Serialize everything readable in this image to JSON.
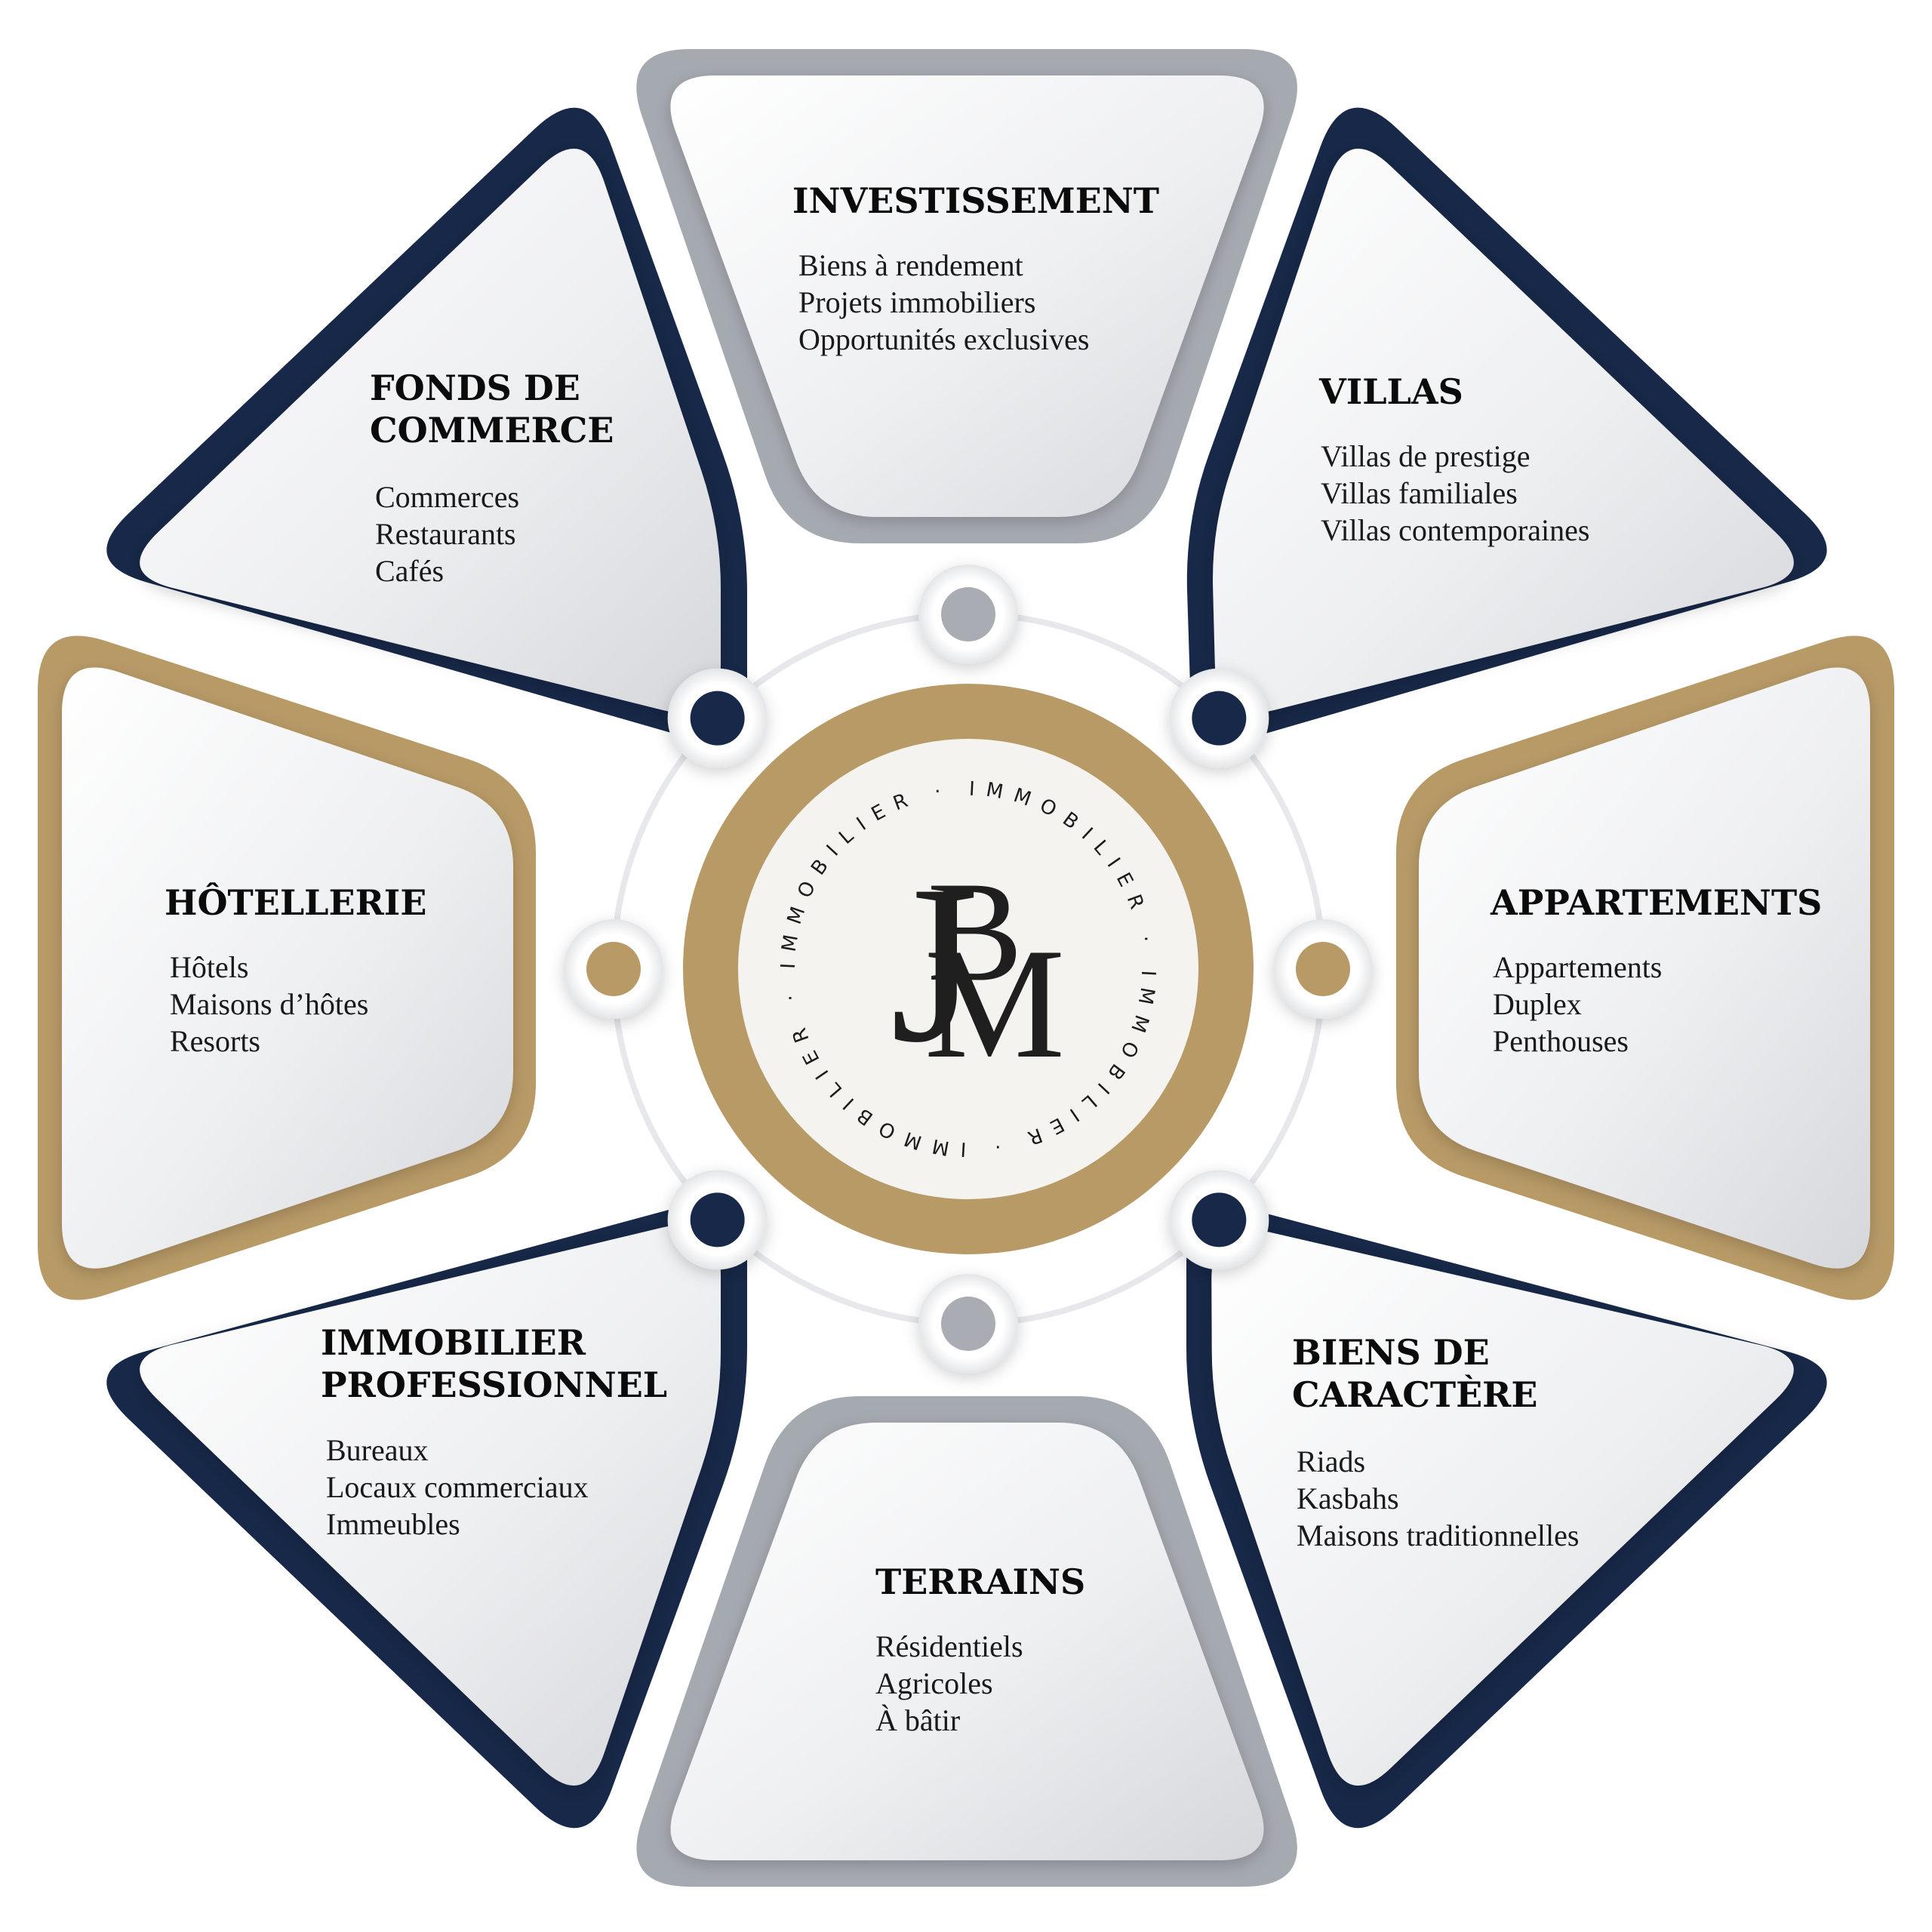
{
  "colors": {
    "navy": "#172848",
    "gold": "#b89a67",
    "gray": "#a5a9b0",
    "panel_light": "#ffffff",
    "panel_dark": "#d9dade",
    "center_fill": "#f4f3ef",
    "dot_gray": "#a9acb2"
  },
  "logo": {
    "monogram_j": "J",
    "monogram_b": "B",
    "monogram_m": "M",
    "ring_word": "IMMOBILIER",
    "ring_separator": "·"
  },
  "segments": [
    {
      "id": "investissement",
      "border": "gray",
      "title": [
        "INVESTISSEMENT"
      ],
      "items": [
        "Biens à rendement",
        "Projets immobiliers",
        "Opportunités exclusives"
      ]
    },
    {
      "id": "villas",
      "border": "navy",
      "title": [
        "VILLAS"
      ],
      "items": [
        "Villas de prestige",
        "Villas familiales",
        "Villas contemporaines"
      ]
    },
    {
      "id": "appartements",
      "border": "gold",
      "title": [
        "APPARTEMENTS"
      ],
      "items": [
        "Appartements",
        "Duplex",
        "Penthouses"
      ]
    },
    {
      "id": "biens-de-caractere",
      "border": "navy",
      "title": [
        "BIENS DE",
        "CARACTÈRE"
      ],
      "items": [
        "Riads",
        "Kasbahs",
        "Maisons traditionnelles"
      ]
    },
    {
      "id": "terrains",
      "border": "gray",
      "title": [
        "TERRAINS"
      ],
      "items": [
        "Résidentiels",
        "Agricoles",
        "À bâtir"
      ]
    },
    {
      "id": "immobilier-professionnel",
      "border": "navy",
      "title": [
        "IMMOBILIER",
        "PROFESSIONNEL"
      ],
      "items": [
        "Bureaux",
        "Locaux commerciaux",
        "Immeubles"
      ]
    },
    {
      "id": "hotellerie",
      "border": "gold",
      "title": [
        "HÔTELLERIE"
      ],
      "items": [
        "Hôtels",
        "Maisons d’hôtes",
        "Resorts"
      ]
    },
    {
      "id": "fonds-de-commerce",
      "border": "navy",
      "title": [
        "FONDS DE",
        "COMMERCE"
      ],
      "items": [
        "Commerces",
        "Restaurants",
        "Cafés"
      ]
    }
  ],
  "ring_dots": [
    "gray",
    "navy",
    "gold",
    "navy",
    "gray",
    "navy",
    "gold",
    "navy"
  ]
}
